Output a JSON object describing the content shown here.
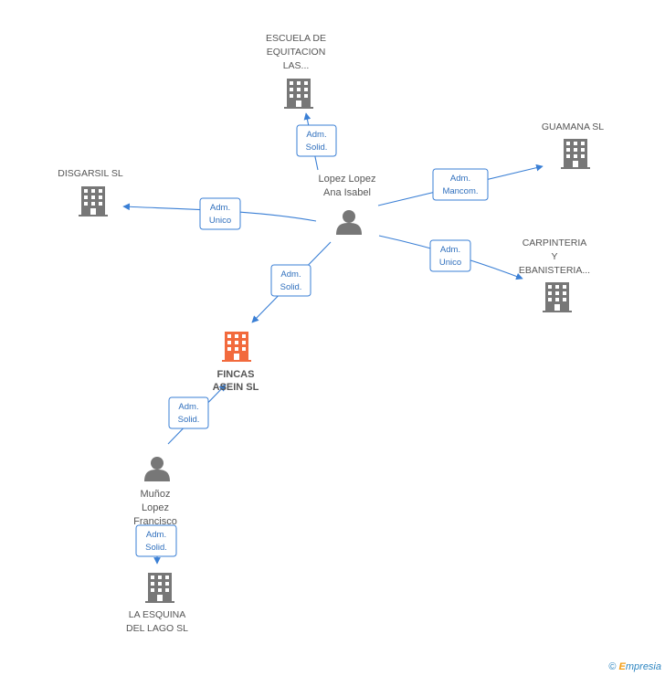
{
  "colors": {
    "edge": "#3a7fd5",
    "company": "#777777",
    "focus_company": "#f26a3d",
    "person": "#777777",
    "label": "#555555"
  },
  "nodes": {
    "escuela": {
      "lines": [
        "ESCUELA DE",
        "EQUITACION",
        "LAS..."
      ],
      "icon": "building-icon"
    },
    "guamana": {
      "lines": [
        "GUAMANA SL"
      ],
      "icon": "building-icon"
    },
    "disgarsil": {
      "lines": [
        "DISGARSIL SL"
      ],
      "icon": "building-icon"
    },
    "carpinteria": {
      "lines": [
        "CARPINTERIA",
        "Y",
        "EBANISTERIA..."
      ],
      "icon": "building-icon"
    },
    "lopez": {
      "lines": [
        "Lopez Lopez",
        "Ana Isabel"
      ],
      "icon": "person-icon"
    },
    "fincas": {
      "lines": [
        "FINCAS",
        "ASEIN SL"
      ],
      "icon": "building-icon"
    },
    "munoz": {
      "lines": [
        "Muñoz",
        "Lopez",
        "Francisco"
      ],
      "icon": "person-icon"
    },
    "esquina": {
      "lines": [
        "LA ESQUINA",
        "DEL LAGO SL"
      ],
      "icon": "building-icon"
    }
  },
  "edges": {
    "lopez_escuela": [
      "Adm.",
      "Solid."
    ],
    "lopez_guamana": [
      "Adm.",
      "Mancom."
    ],
    "lopez_disgarsil": [
      "Adm.",
      "Unico"
    ],
    "lopez_carpinteria": [
      "Adm.",
      "Unico"
    ],
    "lopez_fincas": [
      "Adm.",
      "Solid."
    ],
    "munoz_fincas": [
      "Adm.",
      "Solid."
    ],
    "munoz_esquina": [
      "Adm.",
      "Solid."
    ]
  },
  "footer": {
    "copyright": "©",
    "brand_first": "E",
    "brand_rest": "mpresia"
  }
}
